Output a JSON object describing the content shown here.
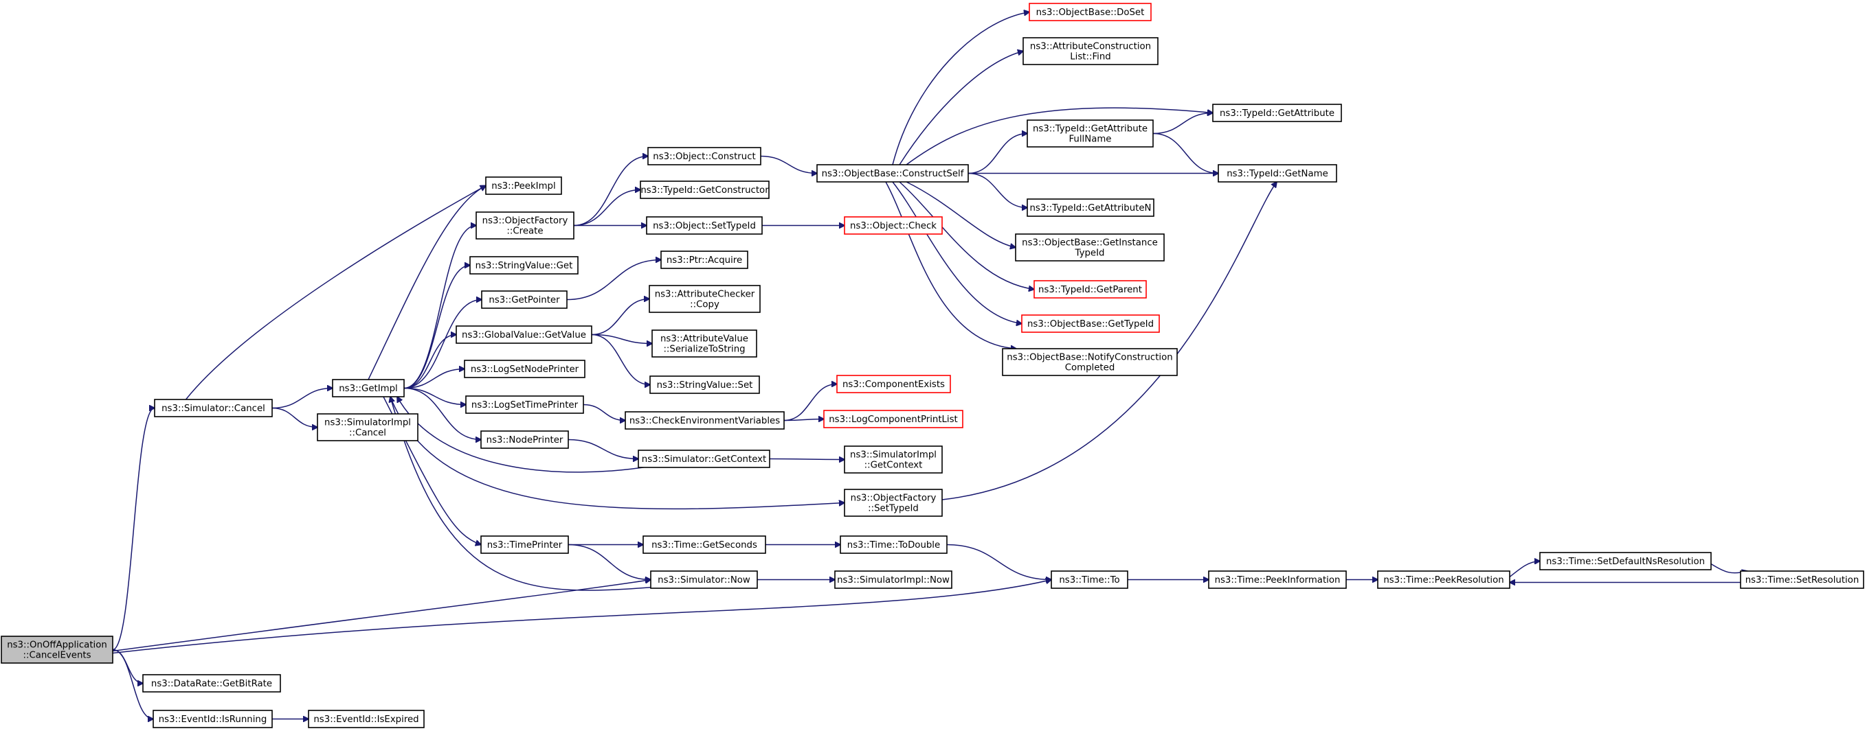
{
  "nodes": [
    {
      "id": "root",
      "lines": [
        "ns3::OnOffApplication",
        "::CancelEvents"
      ],
      "style": "root"
    },
    {
      "id": "simcancel",
      "lines": [
        "ns3::Simulator::Cancel"
      ],
      "style": "normal"
    },
    {
      "id": "datarate",
      "lines": [
        "ns3::DataRate::GetBitRate"
      ],
      "style": "normal"
    },
    {
      "id": "evrunning",
      "lines": [
        "ns3::EventId::IsRunning"
      ],
      "style": "normal"
    },
    {
      "id": "evexpired",
      "lines": [
        "ns3::EventId::IsExpired"
      ],
      "style": "normal"
    },
    {
      "id": "getimpl",
      "lines": [
        "ns3::GetImpl"
      ],
      "style": "normal"
    },
    {
      "id": "simimplcancel",
      "lines": [
        "ns3::SimulatorImpl",
        "::Cancel"
      ],
      "style": "normal"
    },
    {
      "id": "peekimpl",
      "lines": [
        "ns3::PeekImpl"
      ],
      "style": "normal"
    },
    {
      "id": "ofcreate",
      "lines": [
        "ns3::ObjectFactory",
        "::Create"
      ],
      "style": "normal"
    },
    {
      "id": "strget",
      "lines": [
        "ns3::StringValue::Get"
      ],
      "style": "normal"
    },
    {
      "id": "getpointer",
      "lines": [
        "ns3::GetPointer"
      ],
      "style": "normal"
    },
    {
      "id": "gvgetvalue",
      "lines": [
        "ns3::GlobalValue::GetValue"
      ],
      "style": "normal"
    },
    {
      "id": "lognode",
      "lines": [
        "ns3::LogSetNodePrinter"
      ],
      "style": "normal"
    },
    {
      "id": "logtime",
      "lines": [
        "ns3::LogSetTimePrinter"
      ],
      "style": "normal"
    },
    {
      "id": "nodeprinter",
      "lines": [
        "ns3::NodePrinter"
      ],
      "style": "normal"
    },
    {
      "id": "timeprinter",
      "lines": [
        "ns3::TimePrinter"
      ],
      "style": "normal"
    },
    {
      "id": "objconstruct",
      "lines": [
        "ns3::Object::Construct"
      ],
      "style": "normal"
    },
    {
      "id": "tidgetctor",
      "lines": [
        "ns3::TypeId::GetConstructor"
      ],
      "style": "normal"
    },
    {
      "id": "objsettid",
      "lines": [
        "ns3::Object::SetTypeId"
      ],
      "style": "normal"
    },
    {
      "id": "ptracquire",
      "lines": [
        "ns3::Ptr::Acquire"
      ],
      "style": "normal"
    },
    {
      "id": "accopy",
      "lines": [
        "ns3::AttributeChecker",
        "::Copy"
      ],
      "style": "normal"
    },
    {
      "id": "avser",
      "lines": [
        "ns3::AttributeValue",
        "::SerializeToString"
      ],
      "style": "normal"
    },
    {
      "id": "strset",
      "lines": [
        "ns3::StringValue::Set"
      ],
      "style": "normal"
    },
    {
      "id": "checkenv",
      "lines": [
        "ns3::CheckEnvironmentVariables"
      ],
      "style": "normal"
    },
    {
      "id": "simgetctx",
      "lines": [
        "ns3::Simulator::GetContext"
      ],
      "style": "normal"
    },
    {
      "id": "timegetsec",
      "lines": [
        "ns3::Time::GetSeconds"
      ],
      "style": "normal"
    },
    {
      "id": "simnow",
      "lines": [
        "ns3::Simulator::Now"
      ],
      "style": "normal"
    },
    {
      "id": "objbasecs",
      "lines": [
        "ns3::ObjectBase::ConstructSelf"
      ],
      "style": "normal"
    },
    {
      "id": "objcheck",
      "lines": [
        "ns3::Object::Check"
      ],
      "style": "red"
    },
    {
      "id": "compexists",
      "lines": [
        "ns3::ComponentExists"
      ],
      "style": "red"
    },
    {
      "id": "logcomplist",
      "lines": [
        "ns3::LogComponentPrintList"
      ],
      "style": "red"
    },
    {
      "id": "simimplctx",
      "lines": [
        "ns3::SimulatorImpl",
        "::GetContext"
      ],
      "style": "normal"
    },
    {
      "id": "ofsettid",
      "lines": [
        "ns3::ObjectFactory",
        "::SetTypeId"
      ],
      "style": "normal"
    },
    {
      "id": "timetodouble",
      "lines": [
        "ns3::Time::ToDouble"
      ],
      "style": "normal"
    },
    {
      "id": "simimplnow",
      "lines": [
        "ns3::SimulatorImpl::Now"
      ],
      "style": "normal"
    },
    {
      "id": "obdoset",
      "lines": [
        "ns3::ObjectBase::DoSet"
      ],
      "style": "red"
    },
    {
      "id": "acfind",
      "lines": [
        "ns3::AttributeConstruction",
        "List::Find"
      ],
      "style": "normal"
    },
    {
      "id": "tidattrfull",
      "lines": [
        "ns3::TypeId::GetAttribute",
        "FullName"
      ],
      "style": "normal"
    },
    {
      "id": "tidattrn",
      "lines": [
        "ns3::TypeId::GetAttributeN"
      ],
      "style": "normal"
    },
    {
      "id": "obgetinst",
      "lines": [
        "ns3::ObjectBase::GetInstance",
        "TypeId"
      ],
      "style": "normal"
    },
    {
      "id": "tidparent",
      "lines": [
        "ns3::TypeId::GetParent"
      ],
      "style": "red"
    },
    {
      "id": "obgettid",
      "lines": [
        "ns3::ObjectBase::GetTypeId"
      ],
      "style": "red"
    },
    {
      "id": "obnotify",
      "lines": [
        "ns3::ObjectBase::NotifyConstruction",
        "Completed"
      ],
      "style": "normal"
    },
    {
      "id": "timeto",
      "lines": [
        "ns3::Time::To"
      ],
      "style": "normal"
    },
    {
      "id": "tidgetattr",
      "lines": [
        "ns3::TypeId::GetAttribute"
      ],
      "style": "normal"
    },
    {
      "id": "tidgetname",
      "lines": [
        "ns3::TypeId::GetName"
      ],
      "style": "normal"
    },
    {
      "id": "peekinfo",
      "lines": [
        "ns3::Time::PeekInformation"
      ],
      "style": "normal"
    },
    {
      "id": "peekres",
      "lines": [
        "ns3::Time::PeekResolution"
      ],
      "style": "normal"
    },
    {
      "id": "setdefres",
      "lines": [
        "ns3::Time::SetDefaultNsResolution"
      ],
      "style": "normal"
    },
    {
      "id": "setres",
      "lines": [
        "ns3::Time::SetResolution"
      ],
      "style": "normal"
    }
  ],
  "edges": [
    {
      "from": "root",
      "to": "simcancel"
    },
    {
      "from": "root",
      "to": "datarate"
    },
    {
      "from": "root",
      "to": "evrunning"
    },
    {
      "from": "root",
      "to": "simnow"
    },
    {
      "from": "root",
      "to": "timeto"
    },
    {
      "from": "evrunning",
      "to": "evexpired"
    },
    {
      "from": "simcancel",
      "to": "getimpl"
    },
    {
      "from": "simcancel",
      "to": "simimplcancel"
    },
    {
      "from": "simcancel",
      "to": "peekimpl"
    },
    {
      "from": "getimpl",
      "to": "peekimpl"
    },
    {
      "from": "getimpl",
      "to": "ofcreate"
    },
    {
      "from": "getimpl",
      "to": "strget"
    },
    {
      "from": "getimpl",
      "to": "getpointer"
    },
    {
      "from": "getimpl",
      "to": "gvgetvalue"
    },
    {
      "from": "getimpl",
      "to": "lognode"
    },
    {
      "from": "getimpl",
      "to": "logtime"
    },
    {
      "from": "getimpl",
      "to": "nodeprinter"
    },
    {
      "from": "getimpl",
      "to": "timeprinter"
    },
    {
      "from": "getimpl",
      "to": "ofsettid"
    },
    {
      "from": "simgetctx",
      "to": "getimpl"
    },
    {
      "from": "simnow",
      "to": "getimpl"
    },
    {
      "from": "ofcreate",
      "to": "objconstruct"
    },
    {
      "from": "ofcreate",
      "to": "tidgetctor"
    },
    {
      "from": "ofcreate",
      "to": "objsettid"
    },
    {
      "from": "objsettid",
      "to": "objcheck"
    },
    {
      "from": "objconstruct",
      "to": "objbasecs"
    },
    {
      "from": "getpointer",
      "to": "ptracquire"
    },
    {
      "from": "gvgetvalue",
      "to": "accopy"
    },
    {
      "from": "gvgetvalue",
      "to": "avser"
    },
    {
      "from": "gvgetvalue",
      "to": "strset"
    },
    {
      "from": "logtime",
      "to": "checkenv"
    },
    {
      "from": "checkenv",
      "to": "compexists"
    },
    {
      "from": "checkenv",
      "to": "logcomplist"
    },
    {
      "from": "nodeprinter",
      "to": "simgetctx"
    },
    {
      "from": "simgetctx",
      "to": "simimplctx"
    },
    {
      "from": "timeprinter",
      "to": "timegetsec"
    },
    {
      "from": "timeprinter",
      "to": "simnow"
    },
    {
      "from": "timegetsec",
      "to": "timetodouble"
    },
    {
      "from": "simnow",
      "to": "simimplnow"
    },
    {
      "from": "timetodouble",
      "to": "timeto"
    },
    {
      "from": "ofsettid",
      "to": "tidgetname"
    },
    {
      "from": "objbasecs",
      "to": "obdoset"
    },
    {
      "from": "objbasecs",
      "to": "acfind"
    },
    {
      "from": "objbasecs",
      "to": "tidgetattr"
    },
    {
      "from": "objbasecs",
      "to": "tidattrfull"
    },
    {
      "from": "objbasecs",
      "to": "tidgetname"
    },
    {
      "from": "objbasecs",
      "to": "tidattrn"
    },
    {
      "from": "objbasecs",
      "to": "obgetinst"
    },
    {
      "from": "objbasecs",
      "to": "tidparent"
    },
    {
      "from": "objbasecs",
      "to": "obgettid"
    },
    {
      "from": "objbasecs",
      "to": "obnotify"
    },
    {
      "from": "tidattrfull",
      "to": "tidgetattr"
    },
    {
      "from": "tidattrfull",
      "to": "tidgetname"
    },
    {
      "from": "timeto",
      "to": "peekinfo"
    },
    {
      "from": "peekinfo",
      "to": "peekres"
    },
    {
      "from": "peekres",
      "to": "setdefres"
    },
    {
      "from": "setdefres",
      "to": "setres"
    },
    {
      "from": "setres",
      "to": "peekres"
    }
  ],
  "colors": {
    "edge": "#191970",
    "node_border": "#000000",
    "node_border_red": "#ff0000",
    "root_fill": "#bfbfbf",
    "node_fill": "#ffffff"
  }
}
